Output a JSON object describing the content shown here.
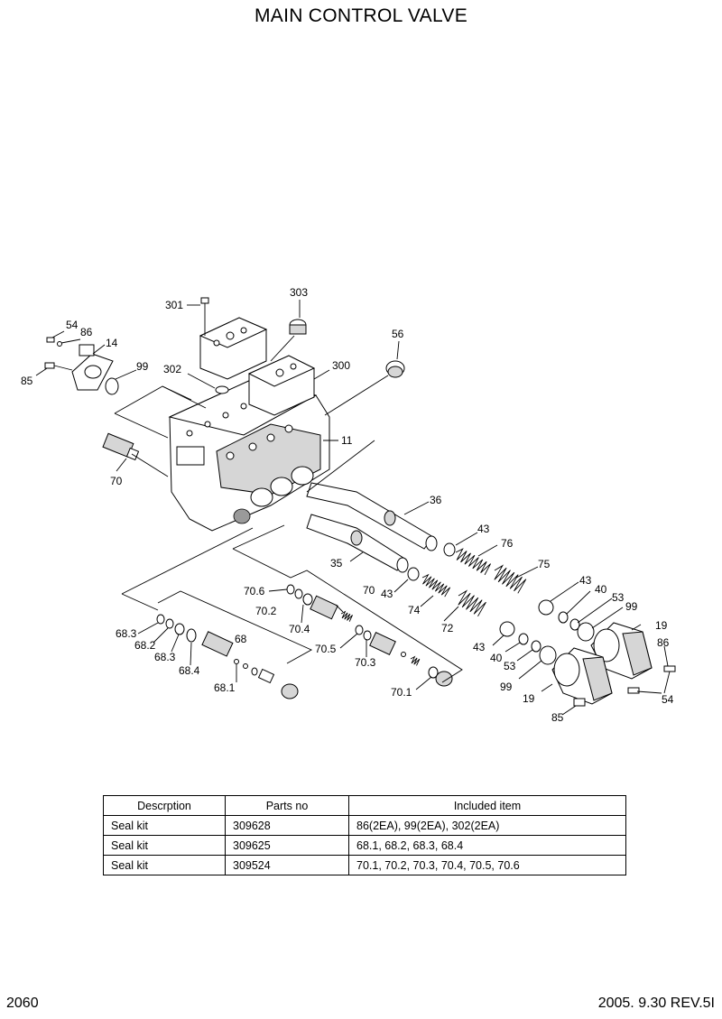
{
  "title": "MAIN CONTROL VALVE",
  "callouts": {
    "c301": "301",
    "c303": "303",
    "c54a": "54",
    "c86a": "86",
    "c14": "14",
    "c85a": "85",
    "c99a": "99",
    "c302": "302",
    "c300": "300",
    "c56": "56",
    "c11": "11",
    "c70": "70",
    "c36": "36",
    "c43a": "43",
    "c76": "76",
    "c35": "35",
    "c75": "75",
    "c43b": "43",
    "c40a": "40",
    "c70_6": "70.6",
    "c70b": "70",
    "c43c": "43",
    "c74": "74",
    "c53a": "53",
    "c99b": "99",
    "c70_2": "70.2",
    "c70_4": "70.4",
    "c72": "72",
    "c19a": "19",
    "c68_3a": "68.3",
    "c68": "68",
    "c70_5": "70.5",
    "c43d": "43",
    "c86b": "86",
    "c68_2": "68.2",
    "c40b": "40",
    "c70_3": "70.3",
    "c68_3b": "68.3",
    "c53b": "53",
    "c68_4": "68.4",
    "c99c": "99",
    "c54b": "54",
    "c68_1": "68.1",
    "c70_1": "70.1",
    "c19b": "19",
    "c85b": "85"
  },
  "table": {
    "headers": [
      "Descrption",
      "Parts no",
      "Included item"
    ],
    "rows": [
      [
        "Seal kit",
        "309628",
        "86(2EA), 99(2EA), 302(2EA)"
      ],
      [
        "Seal kit",
        "309625",
        "68.1, 68.2, 68.3, 68.4"
      ],
      [
        "Seal kit",
        "309524",
        "70.1, 70.2, 70.3, 70.4, 70.5, 70.6"
      ]
    ]
  },
  "footer": {
    "page": "2060",
    "revision": "2005. 9.30  REV.5I"
  }
}
